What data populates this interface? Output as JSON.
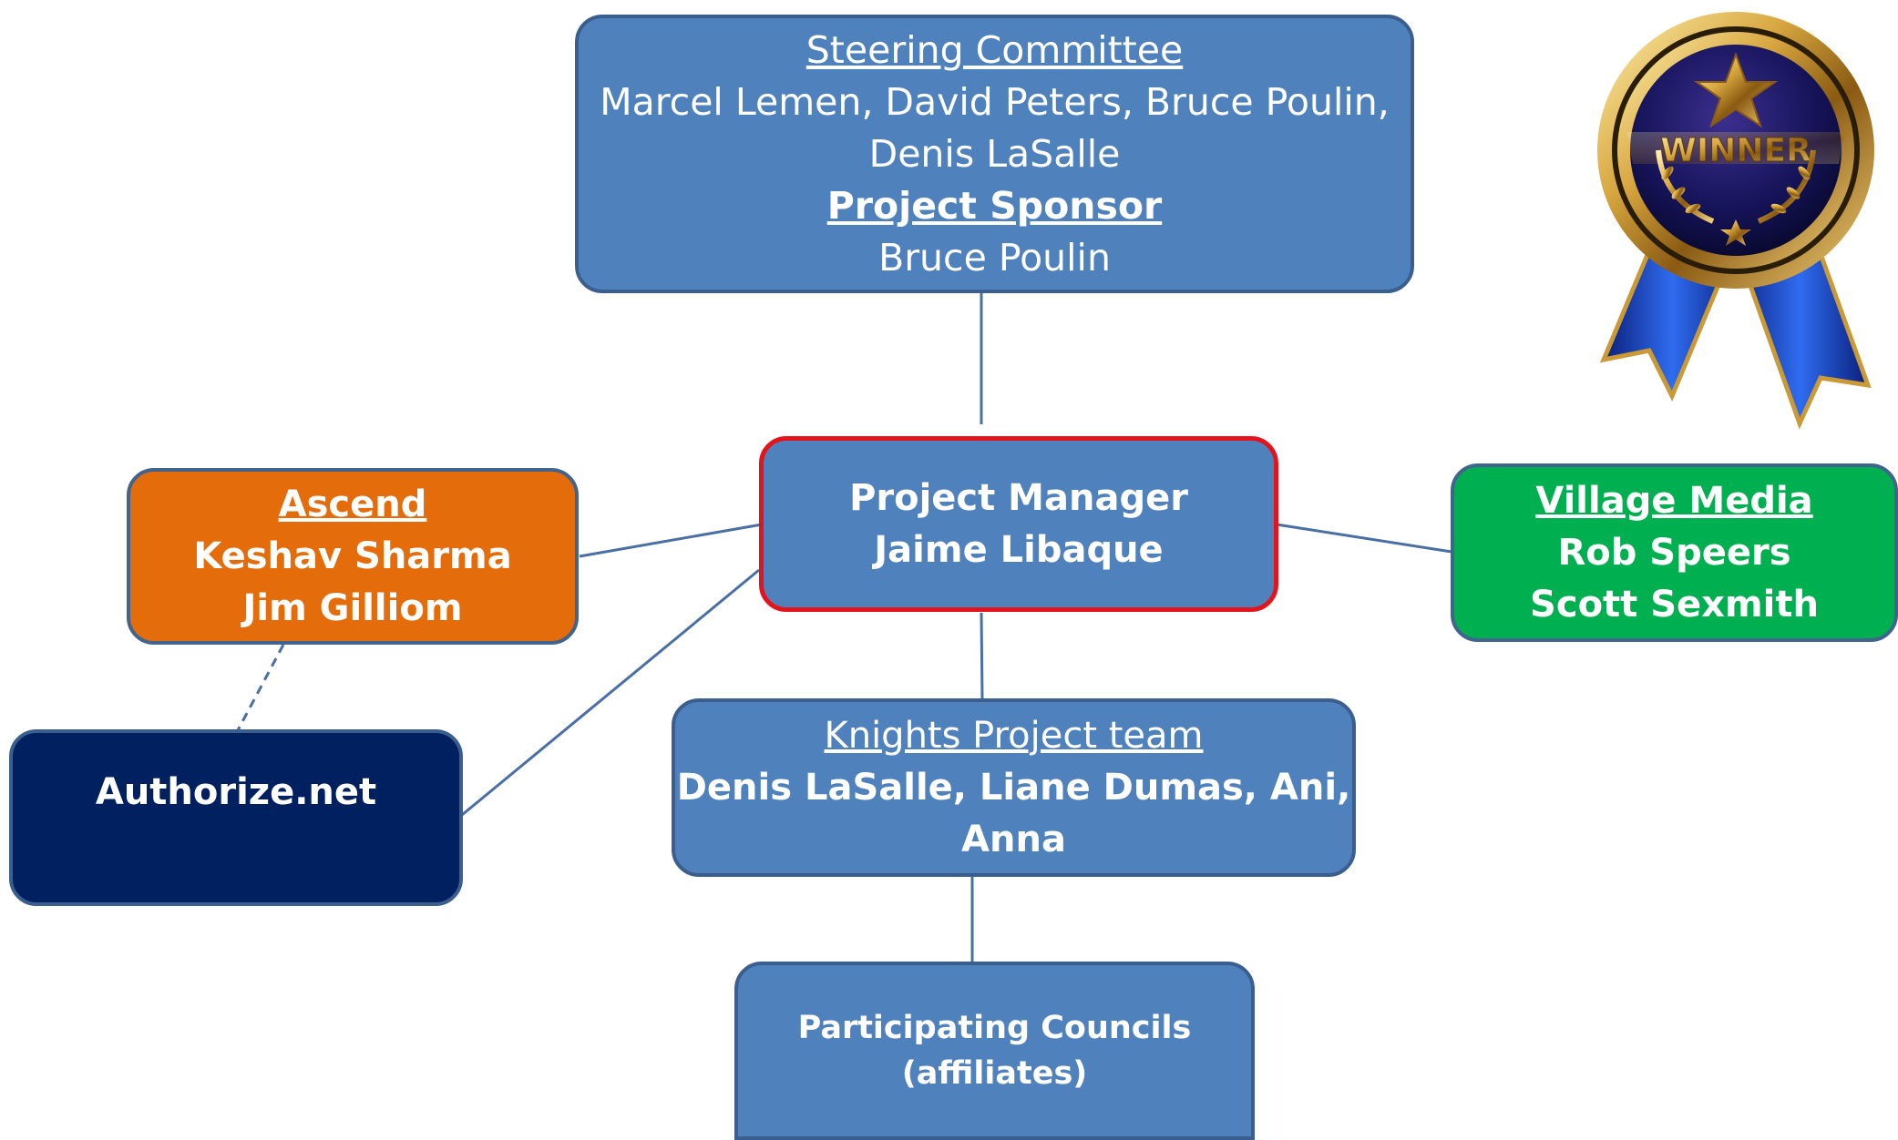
{
  "steering": {
    "title": "Steering Committee",
    "members_line1": "Marcel Lemen, David Peters, Bruce Poulin,",
    "members_line2": "Denis LaSalle",
    "sponsor_title": "Project Sponsor",
    "sponsor_name": "Bruce Poulin"
  },
  "project_manager": {
    "title": "Project Manager",
    "name": "Jaime Libaque"
  },
  "ascend": {
    "title": "Ascend",
    "member1": "Keshav Sharma",
    "member2": "Jim Gilliom"
  },
  "village_media": {
    "title": "Village Media",
    "member1": "Rob Speers",
    "member2": "Scott Sexmith"
  },
  "authorize": {
    "label": "Authorize.net"
  },
  "knights": {
    "title": "Knights Project team",
    "members_line1": "Denis LaSalle, Liane Dumas, Ani,",
    "members_line2": "Anna"
  },
  "councils": {
    "line1": "Participating Councils",
    "line2": "(affiliates)"
  },
  "badge": {
    "label": "WINNER",
    "icon": "winner-medal-icon"
  },
  "colors": {
    "box_blue": "#4f81bd",
    "ascend_orange": "#e46c0a",
    "village_green": "#00b050",
    "authorize_navy": "#002060",
    "pm_border_red": "#e3141c",
    "connector": "#4a6fa5"
  }
}
